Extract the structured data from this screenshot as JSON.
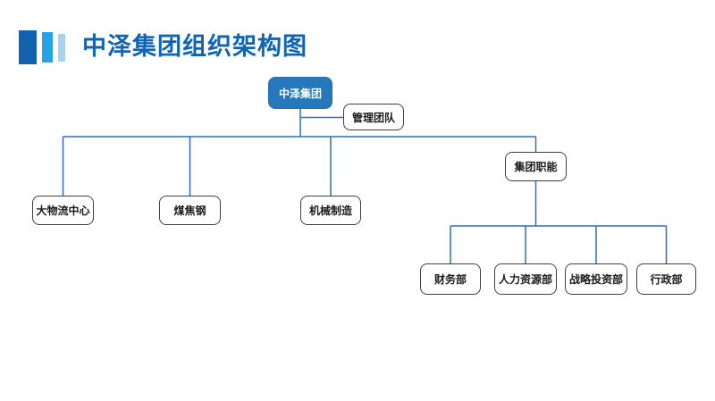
{
  "title": "中泽集团组织架构图",
  "colors": {
    "title": "#1164b4",
    "accent_bar_dark": "#1261ae",
    "accent_bar_mid": "#25a3e9",
    "accent_bar_light": "#a9d2f2",
    "root_fill": "#2777bc",
    "root_border": "#2a6dad",
    "connector": "#2e6dc3",
    "node_border": "#3f3f3f",
    "node_text": "#1a1a1a"
  },
  "org_chart": {
    "root": {
      "label": "中泽集团"
    },
    "management": {
      "label": "管理团队"
    },
    "divisions": [
      {
        "label": "大物流中心"
      },
      {
        "label": "煤焦钢"
      },
      {
        "label": "机械制造"
      }
    ],
    "group_functions": {
      "label": "集团职能"
    },
    "departments": [
      {
        "label": "财务部"
      },
      {
        "label": "人力资源部"
      },
      {
        "label": "战略投资部"
      },
      {
        "label": "行政部"
      }
    ]
  }
}
